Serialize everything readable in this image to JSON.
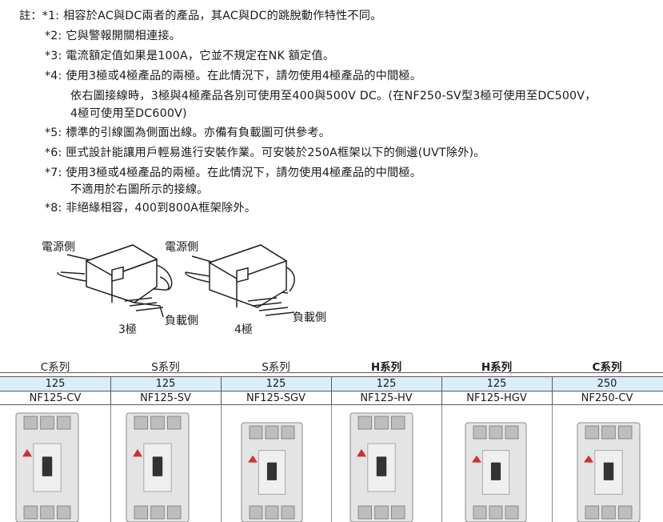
{
  "notes": [
    {
      "prefix": "註：*1:",
      "text": "相容於AC與DC兩者的產品，其AC與DC的跳脫動作特性不同。"
    },
    {
      "prefix": "*2:",
      "text": "它與警報開關相連接。"
    },
    {
      "prefix": "*3:",
      "text": "電流額定值如果是100A，它並不規定在NK 額定值。"
    },
    {
      "prefix": "*4:",
      "text": "使用3極或4極產品的兩極。在此情況下，請勿使用4極產品的中間極。"
    },
    {
      "prefix": "",
      "text": "依右圖接線時，3極與4極產品各別可使用至400與500V DC。(在NF250-SV型3極可使用至DC500V，"
    },
    {
      "prefix": "",
      "text": "4極可使用至DC600V)"
    },
    {
      "prefix": "*5:",
      "text": "標準的引線圖為側面出線。亦備有負載圖可供參考。"
    },
    {
      "prefix": "*6:",
      "text": "匣式設計能讓用戶輕易進行安裝作業。可安裝於250A框架以下的側邊(UVT除外)。"
    },
    {
      "prefix": "*7:",
      "text": "使用3極或4極產品的兩極。在此情況下，請勿使用4極產品的中間極。"
    },
    {
      "prefix": "",
      "text": "不適用於右圖所示的接線。"
    },
    {
      "prefix": "*8:",
      "text": "非絕緣相容，400到800A框架除外。"
    }
  ],
  "diagram": {
    "left": {
      "source_label": "電源側",
      "load_label": "負載側",
      "pole_label": "3極"
    },
    "right": {
      "source_label": "電源側",
      "load_label": "負載側",
      "pole_label": "4極"
    }
  },
  "products": [
    {
      "series": "C系列",
      "rating": "125",
      "model": "NF125-CV",
      "poles": 3
    },
    {
      "series": "S系列",
      "rating": "125",
      "model": "NF125-SV",
      "poles": 3
    },
    {
      "series": "S系列",
      "rating": "125",
      "model": "NF125-SGV",
      "poles": 3
    },
    {
      "series": "H系列",
      "rating": "125",
      "model": "NF125-HV",
      "poles": 3
    },
    {
      "series": "H系列",
      "rating": "125",
      "model": "NF125-HGV",
      "poles": 3
    },
    {
      "series": "C系列",
      "rating": "250",
      "model": "NF250-CV",
      "poles": 3
    }
  ],
  "colors": {
    "rating_row_bg": "#d9eef8",
    "breaker_body": "#e4e4e4",
    "text": "#1a1a1a"
  }
}
